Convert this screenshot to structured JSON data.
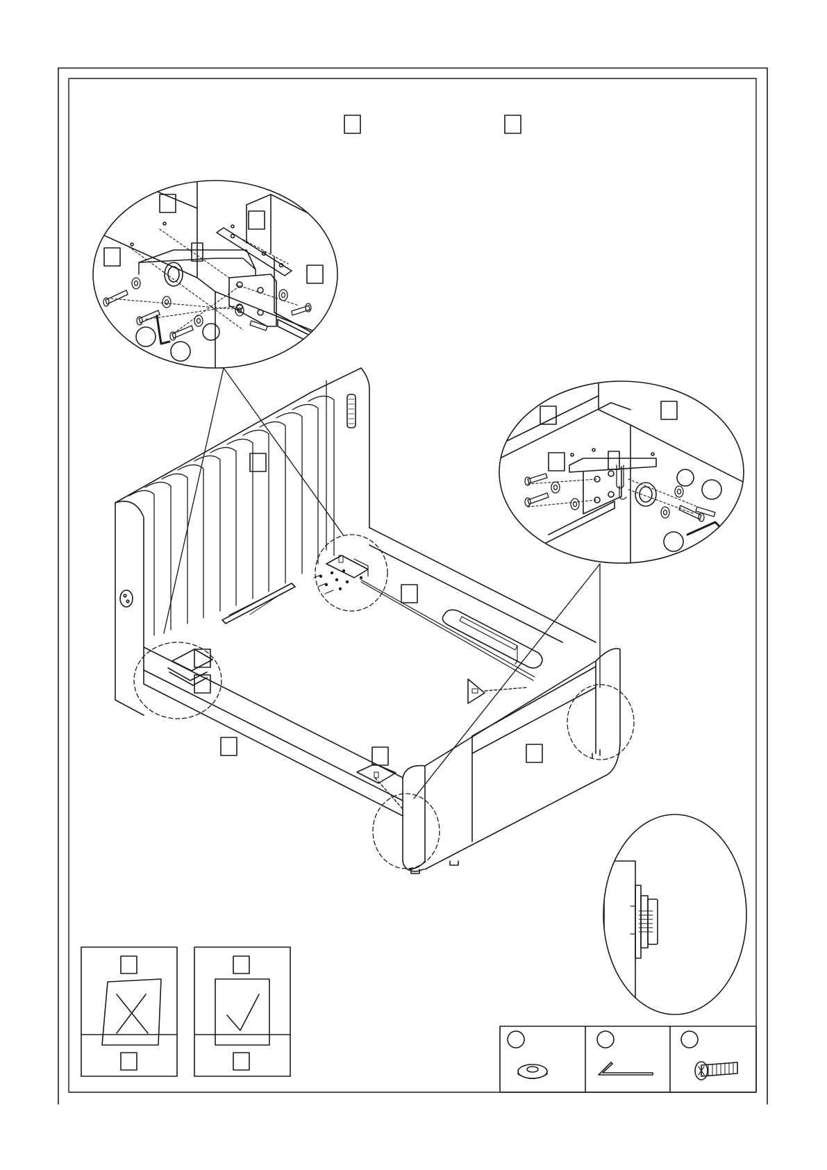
{
  "document": {
    "type": "assembly-instruction-diagram",
    "text_labels": []
  },
  "parts_legend": {
    "items": [
      {
        "icon": "washer-icon"
      },
      {
        "icon": "allen-key-icon"
      },
      {
        "icon": "bolt-icon"
      }
    ]
  },
  "diagram": {
    "detail_callouts": [
      {
        "id": "bracket-detail-top-left"
      },
      {
        "id": "bracket-detail-right"
      },
      {
        "id": "foot-detail-right"
      }
    ],
    "correct_incorrect_panels": [
      {
        "id": "incorrect",
        "mark": "cross-icon"
      },
      {
        "id": "correct",
        "mark": "check-icon"
      }
    ]
  },
  "colors": {
    "line": "#1a1a1a",
    "background": "#ffffff",
    "leader": "#222222"
  }
}
